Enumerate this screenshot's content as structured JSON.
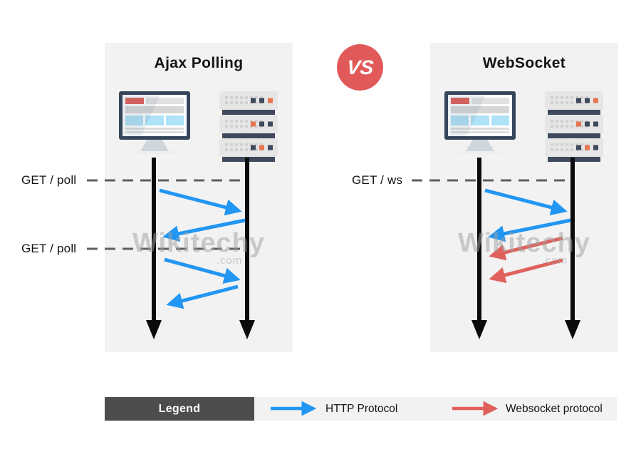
{
  "colors": {
    "page_bg": "#ffffff",
    "panel_bg": "#f2f2f2",
    "title_text": "#141414",
    "http_arrow_blue": "#2196f3",
    "websocket_arrow_red": "#e0615c",
    "timeline_black": "#0b0b0b",
    "dashed_line_gray": "#5f5f5f",
    "vs_badge_red": "#e25959",
    "legend_box_dark": "#4d4d4d",
    "legend_box_text": "#ffffff",
    "monitor_frame_navy": "#36465a",
    "monitor_accent_red": "#e05c55",
    "monitor_content_blue": "#aee2f8",
    "server_led_orange": "#e8744d",
    "watermark_gray": "#a0a0a0"
  },
  "vs_badge": {
    "label": "VS"
  },
  "panels": [
    {
      "title": "Ajax Polling",
      "request_labels": [
        "GET / poll",
        "GET / poll"
      ],
      "watermark": {
        "brand": "Wikitechy",
        "suffix": ".com"
      },
      "message_arrows": [
        {
          "from": "client",
          "to": "server",
          "protocol": "http"
        },
        {
          "from": "server",
          "to": "client",
          "protocol": "http"
        },
        {
          "from": "client",
          "to": "server",
          "protocol": "http"
        },
        {
          "from": "server",
          "to": "client",
          "protocol": "http"
        }
      ]
    },
    {
      "title": "WebSocket",
      "request_labels": [
        "GET / ws"
      ],
      "watermark": {
        "brand": "Wikitechy",
        "suffix": ".com"
      },
      "message_arrows": [
        {
          "from": "client",
          "to": "server",
          "protocol": "http"
        },
        {
          "from": "server",
          "to": "client",
          "protocol": "http"
        },
        {
          "from": "server",
          "to": "client",
          "protocol": "websocket"
        },
        {
          "from": "server",
          "to": "client",
          "protocol": "websocket"
        }
      ]
    }
  ],
  "legend": {
    "title": "Legend",
    "items": [
      {
        "label": "HTTP Protocol",
        "color": "#2196f3"
      },
      {
        "label": "Websocket protocol",
        "color": "#e0615c"
      }
    ]
  }
}
